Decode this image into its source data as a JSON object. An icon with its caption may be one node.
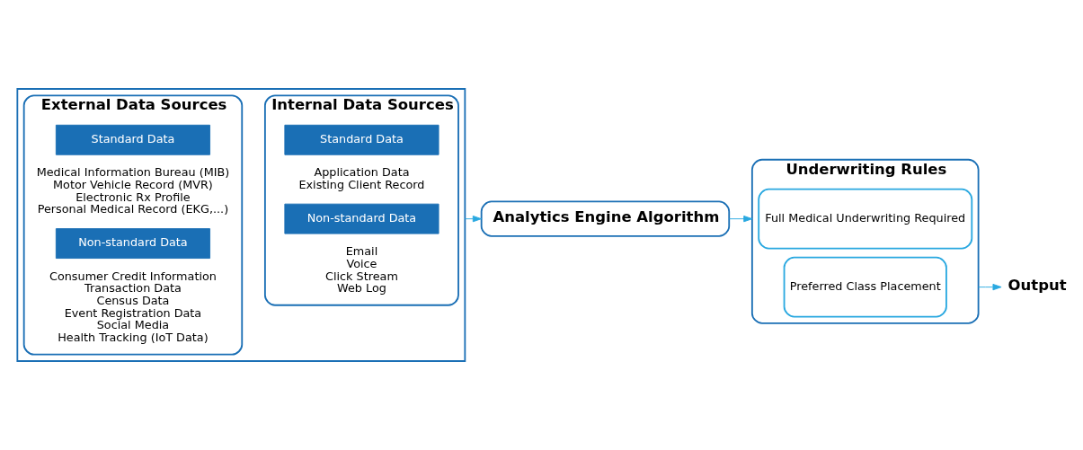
{
  "diagram": {
    "nodes": [
      {
        "text": [],
        "shape": "box"
      },
      {
        "text": [
          "External Data Sources"
        ],
        "in": 0
      },
      {
        "text": [
          "Standard Data"
        ],
        "in": 1,
        "beside": [
          "Medical Information Bureau (MIB)",
          "Motor Vehicle Record (MVR)",
          "Electronic Rx Profile",
          "Personal Medical Record (EKG,...)"
        ]
      },
      {
        "text": [
          "Non-standard Data"
        ],
        "in": 1,
        "beside": [
          "Consumer Credit Information",
          "Transaction Data",
          "Census Data",
          "Event Registration Data",
          "Social Media",
          "Health Tracking (IoT Data)"
        ]
      },
      {
        "text": [
          "Internal Data Sources"
        ],
        "in": 0
      },
      {
        "text": [
          "Standard Data"
        ],
        "in": 4,
        "beside": [
          "Application Data",
          "Existing Client Record"
        ]
      },
      {
        "text": [
          "Non-standard Data"
        ],
        "in": 4,
        "beside": [
          "Email",
          "Voice",
          "Click Stream",
          "Web Log"
        ]
      },
      {
        "text": [
          "Analytics Engine Algorithm"
        ]
      },
      {
        "text": [
          "Underwriting Rules"
        ]
      },
      {
        "text": [
          "Full Medical Underwriting Required"
        ],
        "in": 8
      },
      {
        "text": [
          "Preferred Class Placement"
        ],
        "in": 8
      },
      {
        "text": [
          "Output"
        ]
      }
    ],
    "edges": [
      {
        "from": 0,
        "to": 7,
        "arrow": "to"
      },
      {
        "from": 7,
        "to": 8,
        "arrow": "to"
      },
      {
        "from": 8,
        "to": 11,
        "arrow": "to"
      }
    ]
  }
}
